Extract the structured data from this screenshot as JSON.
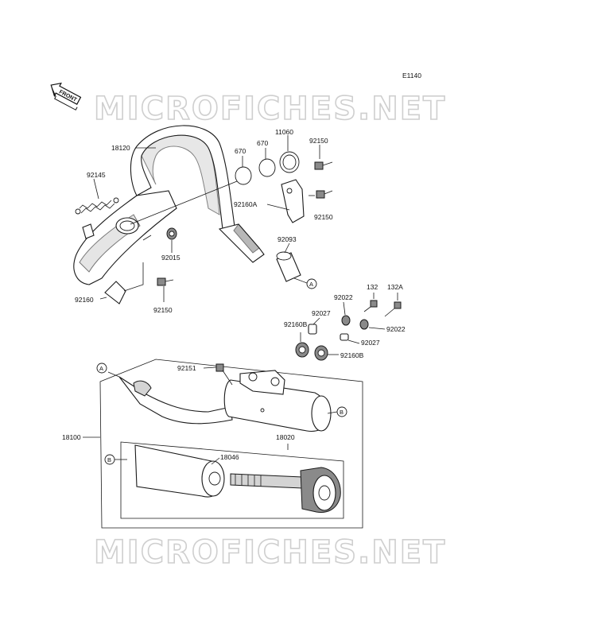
{
  "diagram": {
    "code": "E1140",
    "front_label": "FRONT",
    "watermark": "MICROFICHES.NET",
    "parts": [
      "18120",
      "670",
      "670",
      "11060",
      "92150",
      "92145",
      "92160A",
      "92150",
      "92093",
      "92015",
      "92160",
      "92150",
      "132",
      "132A",
      "92022",
      "92022",
      "92027",
      "92027",
      "92160B",
      "92160B",
      "92151",
      "18100",
      "18020",
      "18046"
    ],
    "refs": [
      "A",
      "A",
      "B",
      "B"
    ]
  }
}
